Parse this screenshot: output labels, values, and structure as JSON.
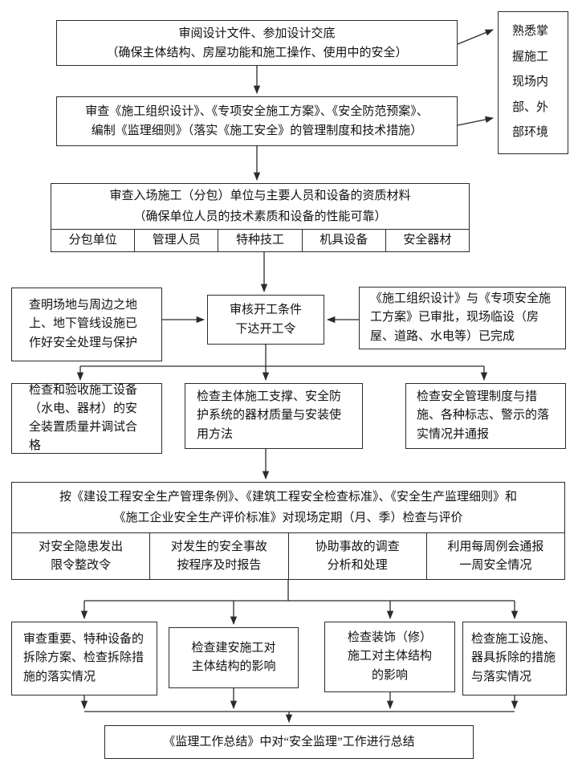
{
  "colors": {
    "line": "#2b2b2b",
    "background": "#ffffff",
    "text": "#111111"
  },
  "nodes": {
    "design_review": {
      "line1": "审阅设计文件、参加设计交底",
      "line2": "（确保主体结构、房屋功能和施工操作、使用中的安全）"
    },
    "site_env": {
      "text": "熟悉掌握施工现场内部、外部环境"
    },
    "doc_review": {
      "line1": "审查《施工组织设计》、《专项安全施工方案》、《安全防范预案》、",
      "line2": "编制《监理细则》（落实《施工安全》的管理制度和技术措施）"
    },
    "qualification": {
      "line1": "审查入场施工（分包）单位与主要人员和设备的资质材料",
      "line2": "（确保单位人员的技术素质和设备的性能可靠）",
      "cells": [
        "分包单位",
        "管理人员",
        "特种技工",
        "机具设备",
        "安全器材"
      ]
    },
    "pipeline_check": {
      "text": "查明场地与周边之地上、地下管线设施已作好安全处理与保护"
    },
    "start_approval": {
      "line1": "审核开工条件",
      "line2": "下达开工令"
    },
    "plan_approved": {
      "text": "《施工组织设计》与《专项安全施工方案》已审批，现场临设（房屋、道路、水电等）已完成"
    },
    "equipment_check": {
      "text": "检查和验收施工设备（水电、器材）的安全装置质量并调试合格"
    },
    "support_check": {
      "text": "检查主体施工支撑、安全防护系统的器材质量与安装使用方法"
    },
    "mgmt_check": {
      "text": "检查安全管理制度与措施、各种标志、警示的落实情况并通报"
    },
    "periodic_check": {
      "line1": "按《建设工程安全生产管理条例》、《建筑工程安全检查标准》、《安全生产监理细则》和",
      "line2": "《施工企业安全生产评价标准》对现场定期（月、季）检查与评价",
      "cells": [
        {
          "line1": "对安全隐患发出",
          "line2": "限令整改令"
        },
        {
          "line1": "对发生的安全事故",
          "line2": "按程序及时报告"
        },
        {
          "line1": "协助事故的调查",
          "line2": "分析和处理"
        },
        {
          "line1": "利用每周例会通报",
          "line2": "一周安全情况"
        }
      ]
    },
    "demolition_review": {
      "text": "审查重要、特种设备的拆除方案、检查拆除措施的落实情况"
    },
    "construction_impact": {
      "text": "检查建安施工对主体结构的影响"
    },
    "decoration_impact": {
      "text": "检查装饰（修）施工对主体结构的影响"
    },
    "facility_removal": {
      "text": "检查施工设施、器具拆除的措施与落实情况"
    },
    "summary": {
      "text": "《监理工作总结》中对“安全监理”工作进行总结"
    }
  }
}
